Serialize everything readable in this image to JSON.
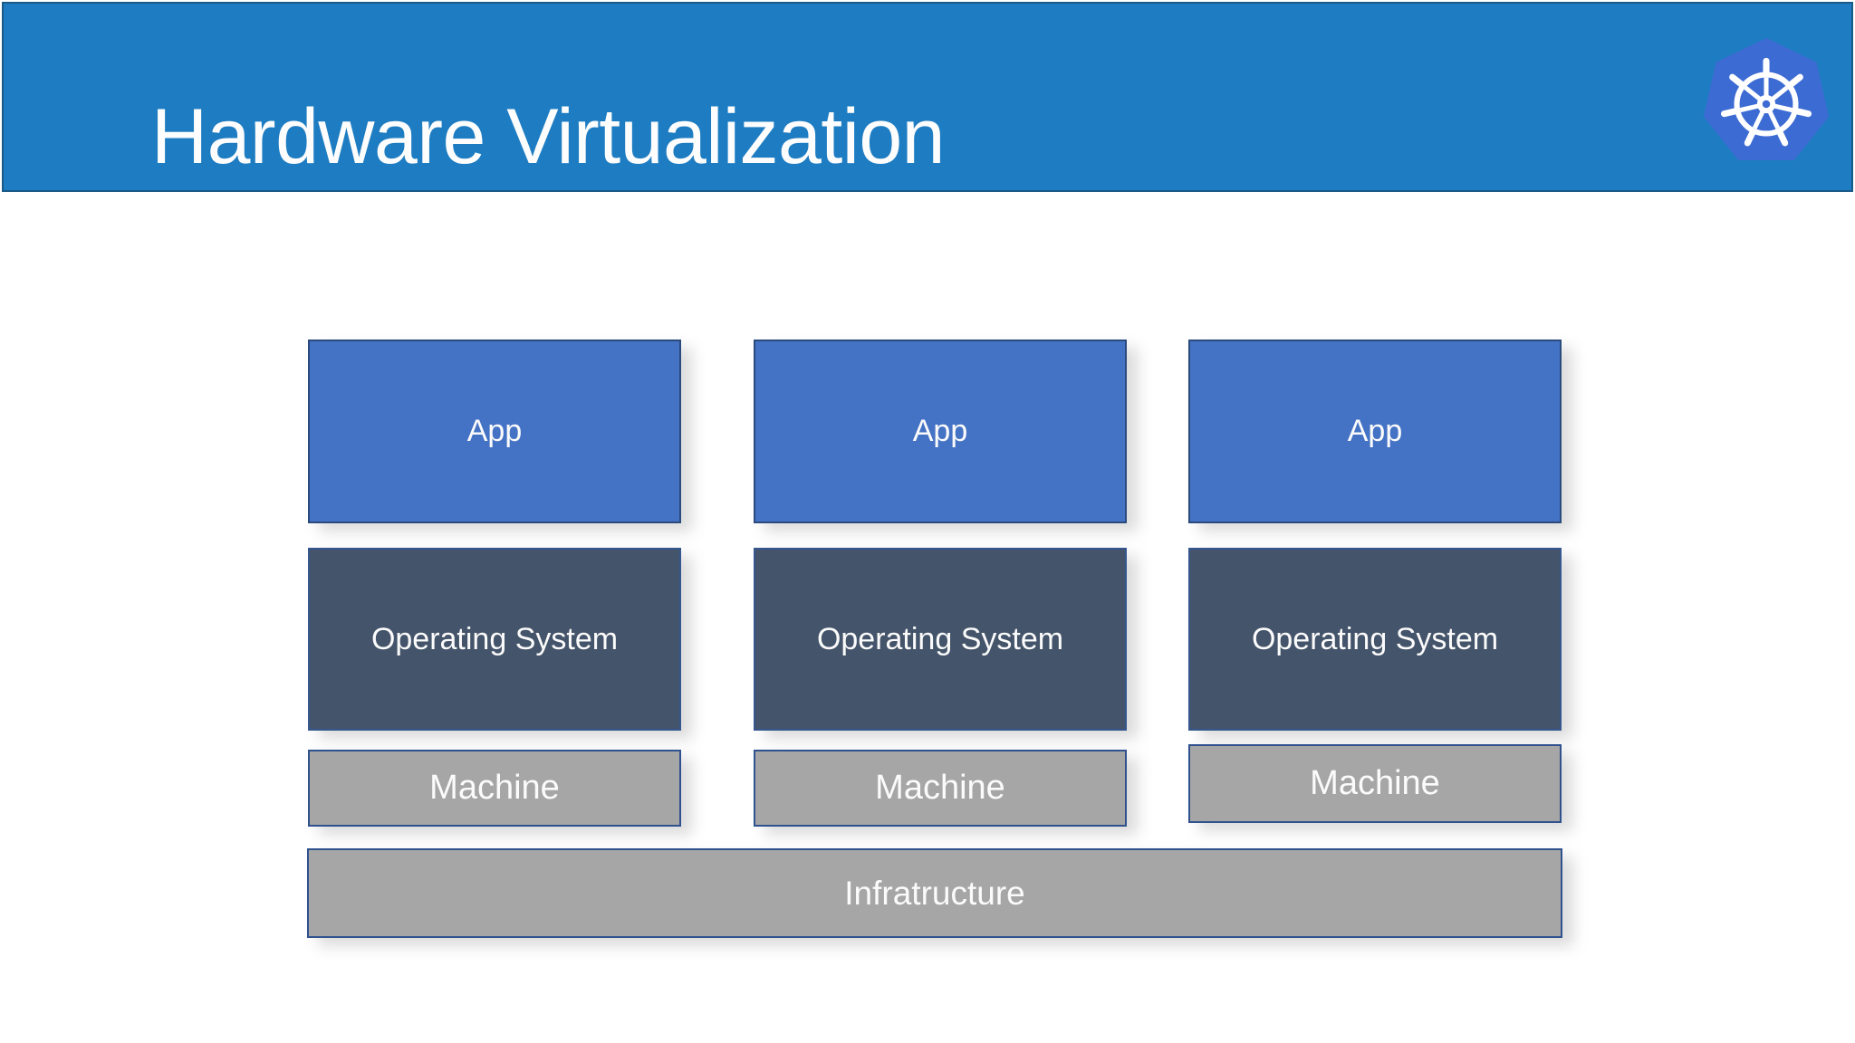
{
  "header": {
    "title": "Hardware Virtualization",
    "logo_icon": "kubernetes-wheel-icon"
  },
  "colors": {
    "header_blue": "#1E7DC2",
    "header_border": "#1A5A88",
    "app_blue": "#4472C4",
    "app_border": "#2B4A7D",
    "os_slate": "#44546A",
    "machine_gray": "#A6A6A6",
    "box_border_blue": "#2F528F",
    "kubernetes_badge_blue": "#3C6BD3",
    "text_white": "#FBFBFB"
  },
  "diagram": {
    "stacks": [
      {
        "app_label": "App",
        "os_label": "Operating System",
        "machine_label": "Machine"
      },
      {
        "app_label": "App",
        "os_label": "Operating System",
        "machine_label": "Machine"
      },
      {
        "app_label": "App",
        "os_label": "Operating System",
        "machine_label": "Machine"
      }
    ],
    "infrastructure_label": "Infratructure"
  }
}
